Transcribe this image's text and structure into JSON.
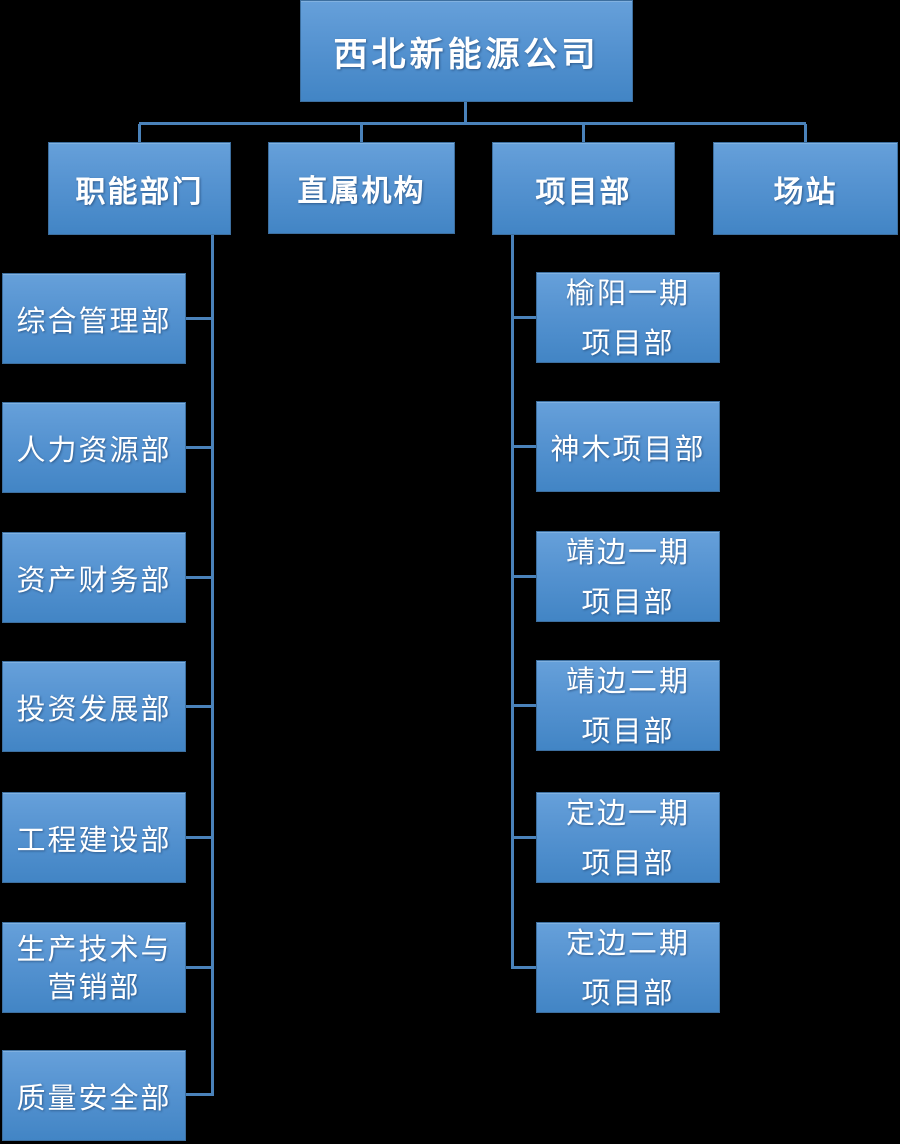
{
  "org": {
    "root": {
      "label": "西北新能源公司"
    },
    "branches": [
      {
        "label": "职能部门",
        "children": [
          {
            "lines": [
              "综合管理部"
            ]
          },
          {
            "lines": [
              "人力资源部"
            ]
          },
          {
            "lines": [
              "资产财务部"
            ]
          },
          {
            "lines": [
              "投资发展部"
            ]
          },
          {
            "lines": [
              "工程建设部"
            ]
          },
          {
            "lines": [
              "生产技术与",
              "营销部"
            ]
          },
          {
            "lines": [
              "质量安全部"
            ]
          }
        ]
      },
      {
        "label": "直属机构",
        "children": []
      },
      {
        "label": "项目部",
        "children": [
          {
            "lines": [
              "榆阳一期",
              "项目部"
            ]
          },
          {
            "lines": [
              "神木项目部"
            ]
          },
          {
            "lines": [
              "靖边一期",
              "项目部"
            ]
          },
          {
            "lines": [
              "靖边二期",
              "项目部"
            ]
          },
          {
            "lines": [
              "定边一期",
              "项目部"
            ]
          },
          {
            "lines": [
              "定边二期",
              "项目部"
            ]
          }
        ]
      },
      {
        "label": "场站",
        "children": []
      }
    ],
    "colors": {
      "box_gradient_top": "#66a0da",
      "box_gradient_mid": "#5492d0",
      "box_gradient_bottom": "#4285c5",
      "box_border": "#3d6f9f",
      "connector": "#4a82ba",
      "text": "#ffffff",
      "background": "#000000"
    }
  }
}
